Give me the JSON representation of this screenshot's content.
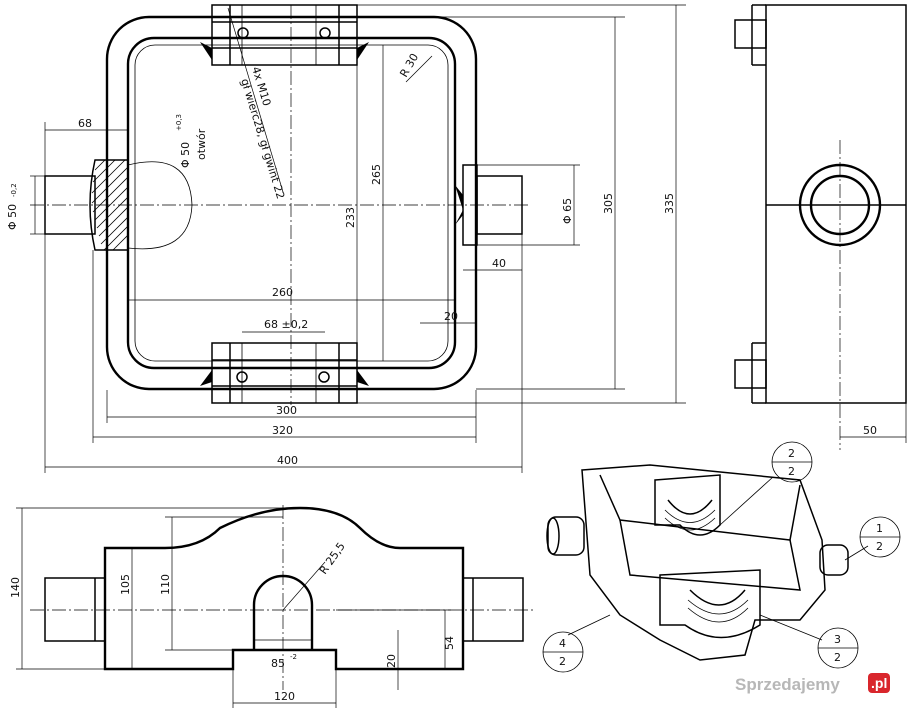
{
  "drawing": {
    "front_view": {
      "dimensions": {
        "d68_top": "68",
        "dia50_left": "Φ 50",
        "dia50_left_tol": "-0,2",
        "dia50_hole": "Φ 50",
        "dia50_hole_tol": "+0,3",
        "hole_word": "otwór",
        "thread_callout_1": "4x M10",
        "thread_callout_2": "gł wierc28, gł gwint 22",
        "radius": "R 30",
        "d265": "265",
        "d233": "233",
        "d305": "305",
        "d335": "335",
        "dia65": "Φ 65",
        "d40": "40",
        "d260": "260",
        "d68_tol": "68 ±0,2",
        "d20": "20",
        "d300": "300",
        "d320": "320",
        "d400": "400"
      }
    },
    "side_view": {
      "dimensions": {
        "d50": "50"
      }
    },
    "bottom_view": {
      "dimensions": {
        "d140": "140",
        "d105": "105",
        "d110": "110",
        "radius": "R 25,5",
        "d54": "54",
        "d85": "85",
        "d85_tol": "-2",
        "d20": "20",
        "d120": "120"
      }
    },
    "isometric_view": {
      "balloons": [
        {
          "top": "2",
          "bottom": "2"
        },
        {
          "top": "1",
          "bottom": "2"
        },
        {
          "top": "3",
          "bottom": "2"
        },
        {
          "top": "4",
          "bottom": "2"
        }
      ]
    }
  },
  "watermark": {
    "text": "Sprzedajemy",
    "suffix": ".pl"
  }
}
